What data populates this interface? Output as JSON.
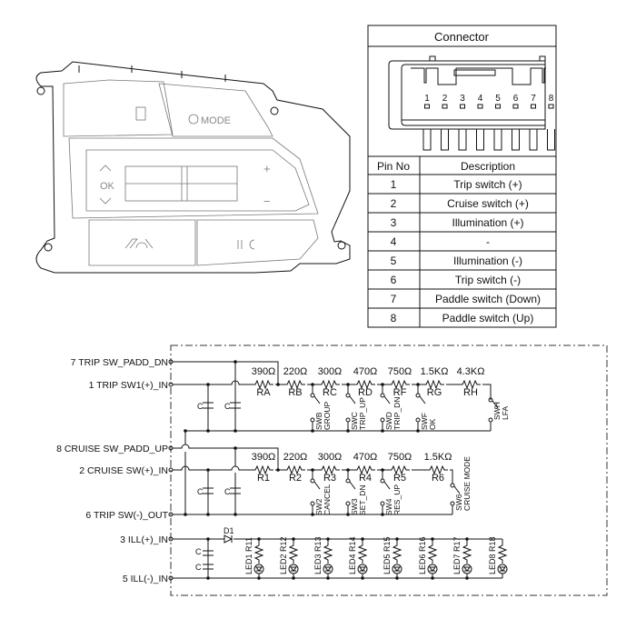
{
  "switch_illustration": {
    "mode_label": "MODE",
    "ok_label": "OK",
    "plus_label": "+",
    "minus_label": "−"
  },
  "connector_table": {
    "title": "Connector",
    "pin_numbers": [
      "1",
      "2",
      "3",
      "4",
      "5",
      "6",
      "7",
      "8"
    ],
    "header": {
      "pin": "Pin No",
      "description": "Description"
    },
    "rows": [
      {
        "pin": "1",
        "description": "Trip switch (+)"
      },
      {
        "pin": "2",
        "description": "Cruise switch (+)"
      },
      {
        "pin": "3",
        "description": "Illumination (+)"
      },
      {
        "pin": "4",
        "description": "-"
      },
      {
        "pin": "5",
        "description": "Illumination (-)"
      },
      {
        "pin": "6",
        "description": "Trip switch (-)"
      },
      {
        "pin": "7",
        "description": "Paddle switch (Down)"
      },
      {
        "pin": "8",
        "description": "Paddle switch (Up)"
      }
    ]
  },
  "circuit": {
    "terminals": [
      "7 TRIP SW_PADD_DN",
      "1 TRIP SW1(+)_IN",
      "8 CRUISE SW_PADD_UP",
      "2 CRUISE SW(+)_IN",
      "6 TRIP SW(-)_OUT",
      "3 ILL(+)_IN",
      "5 ILL(-)_IN"
    ],
    "capacitor_label": "C",
    "trip_resistors": [
      {
        "value": "390Ω",
        "name": "RA"
      },
      {
        "value": "220Ω",
        "name": "RB"
      },
      {
        "value": "300Ω",
        "name": "RC"
      },
      {
        "value": "470Ω",
        "name": "RD"
      },
      {
        "value": "750Ω",
        "name": "RF"
      },
      {
        "value": "1.5KΩ",
        "name": "RG"
      },
      {
        "value": "4.3KΩ",
        "name": "RH"
      }
    ],
    "trip_switches": [
      {
        "name": "SWB",
        "function": "GROUP"
      },
      {
        "name": "SWC",
        "function": "TRIP_UP"
      },
      {
        "name": "SWD",
        "function": "TRIP_DN"
      },
      {
        "name": "SWF",
        "function": "OK"
      },
      {
        "name": "SWH",
        "function": "LFA"
      }
    ],
    "cruise_resistors": [
      {
        "value": "390Ω",
        "name": "R1"
      },
      {
        "value": "220Ω",
        "name": "R2"
      },
      {
        "value": "300Ω",
        "name": "R3"
      },
      {
        "value": "470Ω",
        "name": "R4"
      },
      {
        "value": "750Ω",
        "name": "R5"
      },
      {
        "value": "1.5KΩ",
        "name": "R6"
      }
    ],
    "cruise_switches": [
      {
        "name": "SW2",
        "function": "CANCEL"
      },
      {
        "name": "SW3",
        "function": "SET_DN"
      },
      {
        "name": "SW4",
        "function": "RES_UP"
      },
      {
        "name": "SW6",
        "function": "CRUISE MODE"
      }
    ],
    "diode": "D1",
    "leds": [
      "LED1 R11",
      "LED2 R12",
      "LED3 R13",
      "LED4 R14",
      "LED5 R15",
      "LED6 R16",
      "LED7 R17",
      "LED8 R18"
    ]
  }
}
